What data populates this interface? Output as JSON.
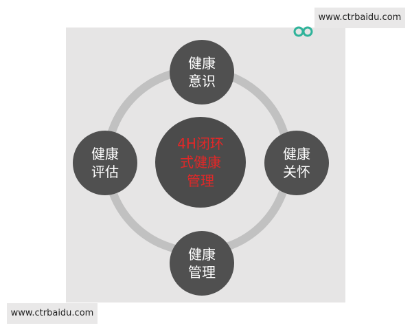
{
  "watermarks": {
    "top": "www.ctrbaidu.com",
    "bottom": "www.ctrbaidu.com"
  },
  "logo": {
    "icon": "double-loop-logo-icon",
    "color": "#2fb39a"
  },
  "diagram": {
    "center": {
      "line1": "4H闭环",
      "line2": "式健康",
      "line3": "管理",
      "color": "#e02828"
    },
    "nodes": {
      "top": {
        "line1": "健康",
        "line2": "意识"
      },
      "left": {
        "line1": "健康",
        "line2": "评估"
      },
      "right": {
        "line1": "健康",
        "line2": "关怀"
      },
      "bottom": {
        "line1": "健康",
        "line2": "管理"
      }
    },
    "colors": {
      "panel": "#e6e5e5",
      "ring": "#c1c1c1",
      "node": "#505050",
      "node_text": "#ffffff"
    }
  }
}
